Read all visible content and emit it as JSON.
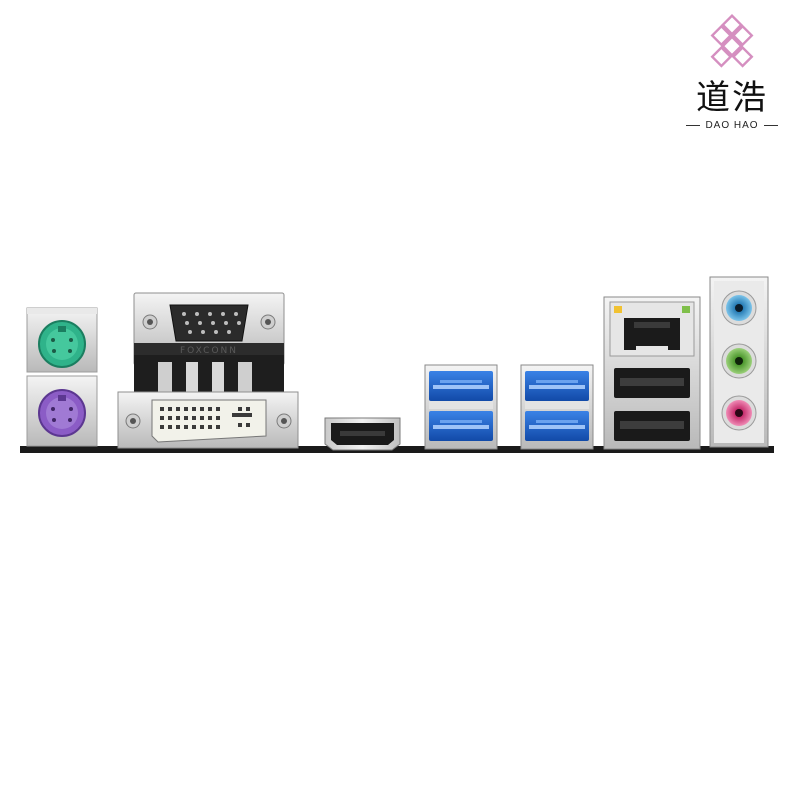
{
  "brand": {
    "name_cjk": "道浩",
    "name_latin": "DAO HAO",
    "accent_color": "#d58fc0"
  },
  "panel": {
    "connector_brand_text": "FOXCONN",
    "ports": [
      {
        "type": "PS/2",
        "color": "#2fb38a"
      },
      {
        "type": "PS/2",
        "color": "#8b5cc6"
      },
      {
        "type": "VGA"
      },
      {
        "type": "DVI"
      },
      {
        "type": "HDMI"
      },
      {
        "type": "USB 3.0",
        "color": "#1f63c8"
      },
      {
        "type": "USB 3.0",
        "color": "#1f63c8"
      },
      {
        "type": "USB 3.0",
        "color": "#1f63c8"
      },
      {
        "type": "USB 3.0",
        "color": "#1f63c8"
      },
      {
        "type": "RJ45 LAN"
      },
      {
        "type": "USB 2.0"
      },
      {
        "type": "USB 2.0"
      },
      {
        "type": "Audio",
        "color": "#4aa3d8"
      },
      {
        "type": "Audio",
        "color": "#6fbf4a"
      },
      {
        "type": "Audio",
        "color": "#e04a8a"
      }
    ]
  }
}
